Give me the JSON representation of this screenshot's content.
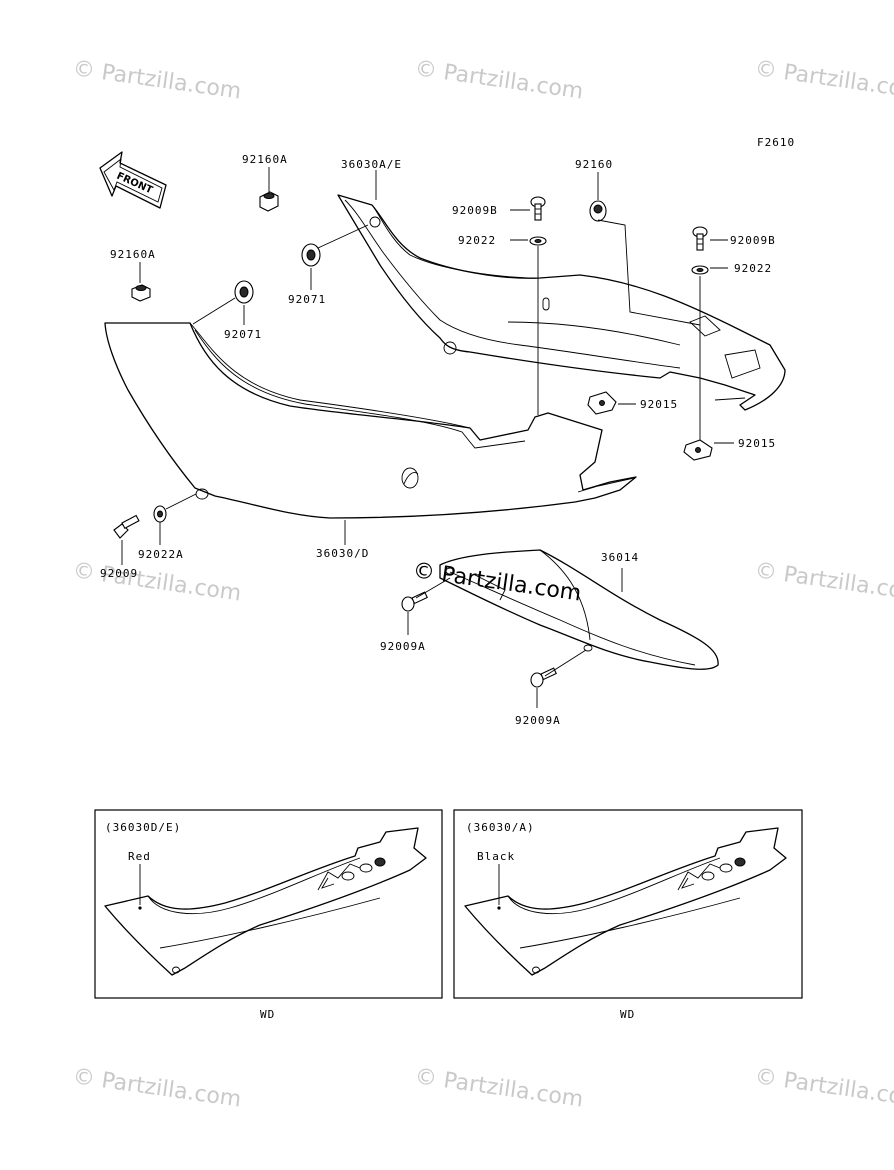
{
  "figure_code": "F2610",
  "front_arrow_label": "FRONT",
  "watermark_text": "© Partzilla.com",
  "center_watermark_text": "© Partzilla.com",
  "part_labels": {
    "p92160A_top": "92160A",
    "p36030AE": "36030A/E",
    "p92160": "92160",
    "p92009B_left": "92009B",
    "p92022_left": "92022",
    "p92009B_right": "92009B",
    "p92022_right": "92022",
    "p92160A_left": "92160A",
    "p92071_a": "92071",
    "p92071_b": "92071",
    "p92015_a": "92015",
    "p92015_b": "92015",
    "p92009": "92009",
    "p92022A": "92022A",
    "p36030D": "36030/D",
    "p36014": "36014",
    "p92009A_a": "92009A",
    "p92009A_b": "92009A"
  },
  "variants": [
    {
      "code": "(36030D/E)",
      "color": "Red",
      "footer": "WD"
    },
    {
      "code": "(36030/A)",
      "color": "Black",
      "footer": "WD"
    }
  ]
}
